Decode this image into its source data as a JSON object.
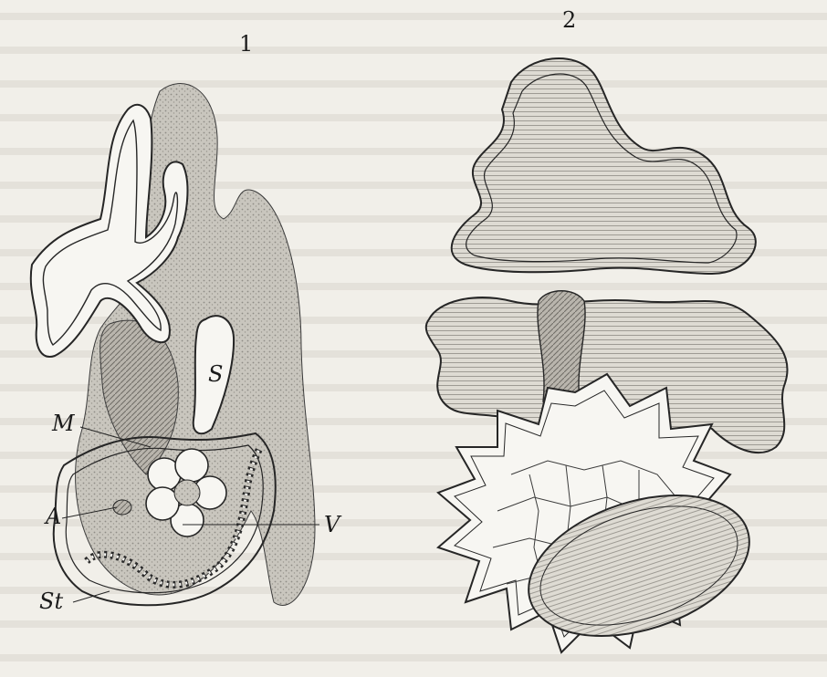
{
  "plate": {
    "figure_numbers": {
      "fig1": "1",
      "fig2": "2"
    },
    "figure1_labels": {
      "s": "S",
      "m": "M",
      "a": "A",
      "v": "V",
      "st": "St"
    }
  },
  "colors": {
    "paper": "#f1efe9",
    "ink": "#262626",
    "stipple": "#bdbab2",
    "wall": "#f7f6f2"
  }
}
